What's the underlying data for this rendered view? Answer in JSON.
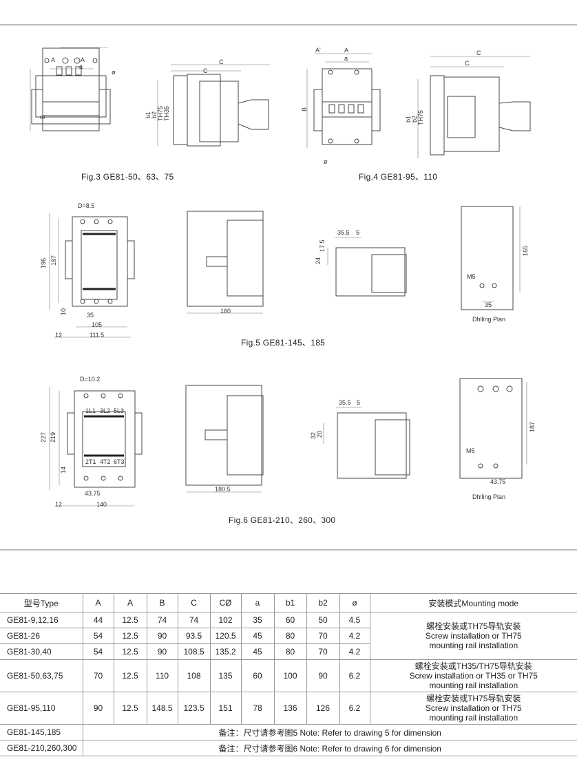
{
  "figures": {
    "fig3": {
      "caption": "Fig.3  GE81-50、63、75",
      "labels": {
        "A1": "A",
        "A2": "A",
        "a": "a",
        "phi": "ø",
        "B": "B",
        "C1": "C",
        "C2": "C",
        "b1": "b1",
        "b2": "b2",
        "th75": "TH75",
        "th35": "TH35"
      }
    },
    "fig4": {
      "caption": "Fig.4  GE81-95、110",
      "labels": {
        "A1": "A'",
        "A2": "A",
        "a": "a",
        "phi": "ø",
        "B": "B",
        "C1": "C",
        "C2": "C",
        "b1": "b1",
        "b2": "b2",
        "th75": "TH75"
      }
    },
    "fig5": {
      "caption": "Fig.5  GE81-145、185",
      "labels": {
        "D": "D=8.5",
        "h196": "196",
        "h187": "187",
        "h10": "10",
        "w35": "35",
        "w105": "105",
        "w12": "12",
        "w111": "111.5",
        "w160": "160",
        "w355": "35.5",
        "w5": "5",
        "h175": "17.5",
        "h24": "24",
        "h165": "165",
        "m5": "M5",
        "w35b": "35",
        "plan": "Dhlling Plan"
      }
    },
    "fig6": {
      "caption": "Fig.6  GE81-210、260、300",
      "labels": {
        "D": "D=10.2",
        "h227": "227",
        "h219": "219",
        "h14": "14",
        "w4375": "43.75",
        "w12": "12",
        "w140": "140",
        "w1805": "180.5",
        "w355": "35.5",
        "w5": "5",
        "h32": "32",
        "h20": "20",
        "h187": "187",
        "m5": "M5",
        "w4375b": "43.75",
        "plan": "Dhlling Plan",
        "t1": "1L1",
        "t2": "3L2",
        "t3": "5L3",
        "t4": "2T1",
        "t5": "4T2",
        "t6": "6T3"
      }
    }
  },
  "table": {
    "headers": [
      "型号Type",
      "A",
      "A",
      "B",
      "C",
      "CØ",
      "a",
      "b1",
      "b2",
      "ø",
      "安装模式Mounting mode"
    ],
    "rows": [
      {
        "type": "GE81-9,12,16",
        "vals": [
          "44",
          "12.5",
          "74",
          "74",
          "102",
          "35",
          "60",
          "50",
          "4.5"
        ]
      },
      {
        "type": "GE81-26",
        "vals": [
          "54",
          "12.5",
          "90",
          "93.5",
          "120.5",
          "45",
          "80",
          "70",
          "4.2"
        ]
      },
      {
        "type": "GE81-30,40",
        "vals": [
          "54",
          "12.5",
          "90",
          "108.5",
          "135.2",
          "45",
          "80",
          "70",
          "4.2"
        ]
      },
      {
        "type": "GE81-50,63,75",
        "vals": [
          "70",
          "12.5",
          "110",
          "108",
          "135",
          "60",
          "100",
          "90",
          "6.2"
        ]
      },
      {
        "type": "GE81-95,110",
        "vals": [
          "90",
          "12.5",
          "148.5",
          "123.5",
          "151",
          "78",
          "136",
          "126",
          "6.2"
        ]
      }
    ],
    "mounting": [
      [
        "螺栓安装或TH75导轨安装",
        "Screw installation or TH75",
        "mounting rail installation"
      ],
      [
        "螺栓安装或TH35/TH75导轨安装",
        "Screw installation or TH35 or TH75",
        "mounting rail  installation"
      ],
      [
        "螺栓安装或TH75导轨安装",
        "Screw installation or TH75",
        "mounting rail  installation"
      ]
    ],
    "notes": [
      {
        "type": "GE81-145,185",
        "note": "备注：尺寸请参考图5 Note: Refer to drawing 5 for dimension"
      },
      {
        "type": "GE81-210,260,300",
        "note": "备注：尺寸请参考图6 Note: Refer to drawing 6 for dimension"
      }
    ]
  }
}
